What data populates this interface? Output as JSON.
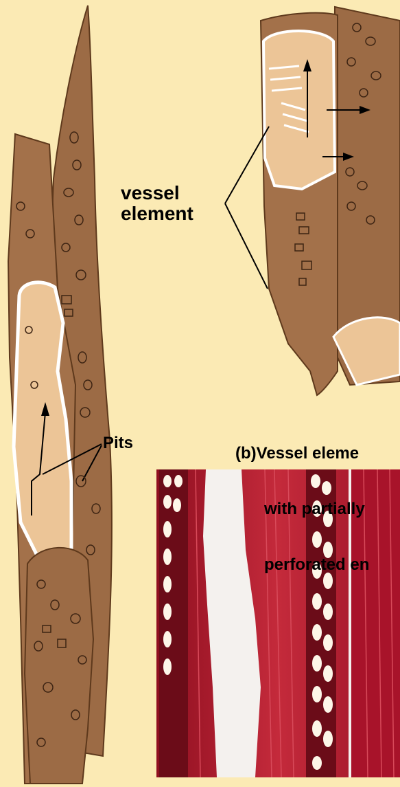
{
  "labels": {
    "vessel_line1": "vessel",
    "vessel_line2": "element",
    "pits": "Pits",
    "caption_line1": "(b)Vessel eleme",
    "caption_line2": "with partially",
    "caption_line3": "perforated en"
  },
  "colors": {
    "background": "#fbeab4",
    "cell_wall": "#9c6b45",
    "cell_wall_dark": "#6f4523",
    "cell_interior": "#e9bf8e",
    "micrograph_red": "#b3172b",
    "micrograph_light": "#f4f1ee"
  }
}
